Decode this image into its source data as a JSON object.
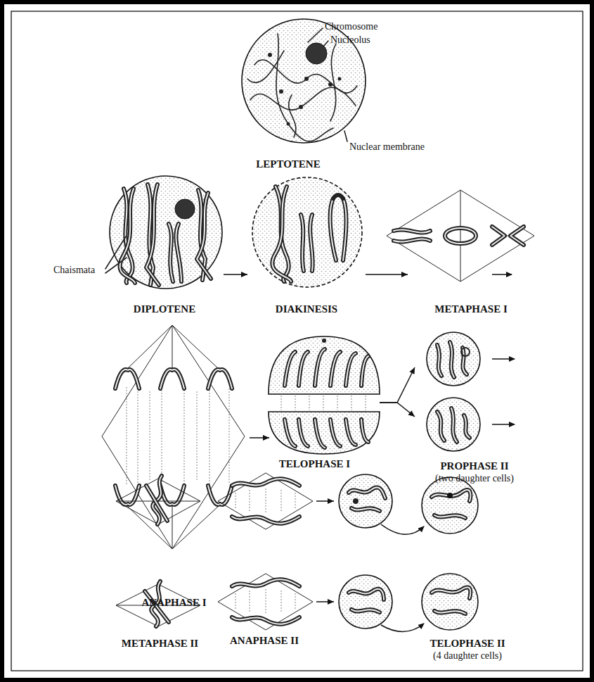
{
  "diagram": {
    "nodes": [
      {
        "text": [
          "LEPTOTENE"
        ]
      },
      {
        "text": [
          "DIPLOTENE"
        ]
      },
      {
        "text": [
          "DIAKINESIS"
        ]
      },
      {
        "text": [
          "METAPHASE I"
        ]
      },
      {
        "text": [
          "ANAPHASE I"
        ]
      },
      {
        "text": [
          "TELOPHASE I"
        ]
      },
      {
        "text": [
          "PROPHASE II",
          "(two daughter cells)"
        ]
      },
      {
        "text": [
          "METAPHASE II"
        ]
      },
      {
        "text": [
          "ANAPHASE II"
        ]
      },
      {
        "text": [
          "TELOPHASE II",
          "(4 daughter cells)"
        ]
      }
    ],
    "edges": [
      {
        "from": 1,
        "to": 2,
        "arrow": "to"
      },
      {
        "from": 2,
        "to": 3,
        "arrow": "to"
      },
      {
        "from": 4,
        "to": 5,
        "arrow": "to"
      },
      {
        "from": 5,
        "to": 6,
        "arrow": "to"
      },
      {
        "from": 8,
        "to": 9,
        "arrow": "to"
      }
    ],
    "labels": [
      "Chromosome",
      "Nucleolus",
      "Nuclear membrane",
      "Chaismata"
    ]
  }
}
